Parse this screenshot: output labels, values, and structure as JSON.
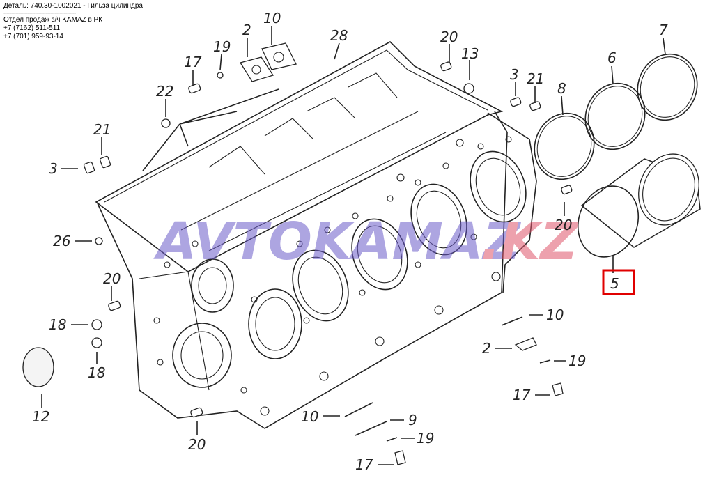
{
  "header": {
    "line1": "Деталь: 740.30-1002021 - Гильза цилиндра",
    "separator": "------------------------------------------------",
    "line2": "Отдел продаж з/ч KAMAZ в РК",
    "phone1": "+7 (7162) 511-511",
    "phone2": "+7 (701) 959-93-14"
  },
  "watermark": {
    "text1": "AVTOKAMAZ",
    "text2": ".KZ",
    "color1": "#6b5cc9",
    "color2": "#e0566b"
  },
  "highlight": {
    "label": "5",
    "color": "#e00000"
  },
  "callouts": {
    "c2": "2",
    "c10": "10",
    "c28": "28",
    "c20a": "20",
    "c7": "7",
    "c19a": "19",
    "c17a": "17",
    "c13": "13",
    "c6": "6",
    "c3a": "3",
    "c21a": "21",
    "c8": "8",
    "c22": "22",
    "c21b": "21",
    "c3b": "3",
    "c20b": "20",
    "c26": "26",
    "c20c": "20",
    "c18a": "18",
    "c18b": "18",
    "c10b": "10",
    "c2b": "2",
    "c19b": "19",
    "c17b": "17",
    "c12": "12",
    "c10c": "10",
    "c9": "9",
    "c19c": "19",
    "c20d": "20",
    "c17c": "17"
  }
}
